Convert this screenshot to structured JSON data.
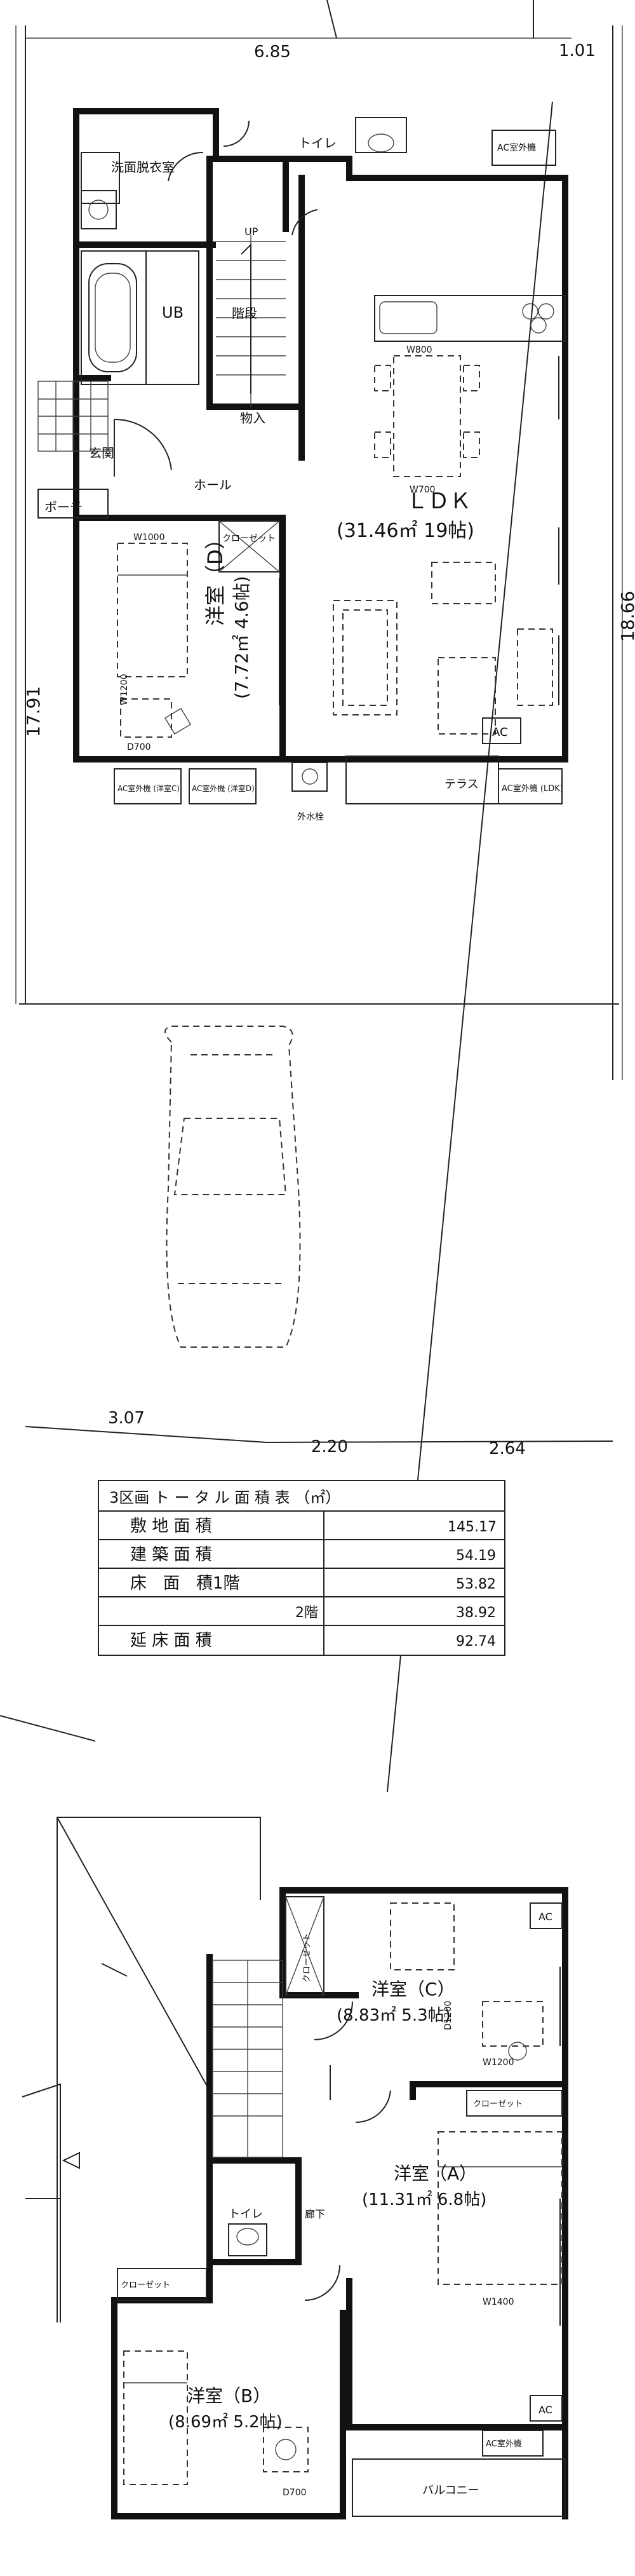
{
  "dimensions": {
    "top_left": "6.85",
    "top_right": "1.01",
    "left_side": "17.91",
    "right_side": "18.66",
    "bottom_a": "3.07",
    "bottom_b": "2.20",
    "bottom_c": "2.64"
  },
  "floor1": {
    "washroom": "洗面脱衣室",
    "ub": "UB",
    "toilet": "トイレ",
    "stairs_up": "UP",
    "stair_label": "階段",
    "storage": "物入",
    "entrance": "玄関",
    "porch": "ポーチ",
    "hall": "ホール",
    "closet": "クローゼット",
    "room_d_name": "洋室（D）",
    "room_d_area": "(7.72㎡ 4.6帖)",
    "ldk_name": "ＬＤＫ",
    "ldk_area": "(31.46㎡ 19帖)",
    "terrace": "テラス",
    "ac": "AC",
    "ac_outlet": "AC室外機",
    "ac_outlet_ldk": "AC室外機 (LDK)",
    "ac_outlet_c": "AC室外機 (洋室C)",
    "ac_outlet_d": "AC室外機 (洋室D)",
    "tap": "外水栓",
    "w1000": "W1000",
    "d700": "D700",
    "w1200": "W1200",
    "w800": "W800",
    "w700": "W700"
  },
  "area_table": {
    "title": "3区画 ト ー タ ル 面 積 表 （㎡）",
    "rows": [
      {
        "label": "敷 地 面 積",
        "value": "145.17"
      },
      {
        "label": "建 築 面 積",
        "value": "54.19"
      },
      {
        "label": "床　面　積1階",
        "value": "53.82"
      },
      {
        "label": "2階",
        "value": "38.92"
      },
      {
        "label": "延 床 面 積",
        "value": "92.74"
      }
    ]
  },
  "floor2": {
    "room_c_name": "洋室（C）",
    "room_c_area": "(8.83㎡ 5.3帖)",
    "room_a_name": "洋室（A）",
    "room_a_area": "(11.31㎡ 6.8帖)",
    "room_b_name": "洋室（B）",
    "room_b_area": "(8.69㎡ 5.2帖)",
    "corridor": "廊下",
    "toilet": "トイレ",
    "closet": "クローゼット",
    "balcony": "バルコニー",
    "ac": "AC",
    "ac_outlet": "AC室外機",
    "w1200": "W1200",
    "w1400": "W1400",
    "d700": "D700",
    "d1200": "D1200"
  }
}
